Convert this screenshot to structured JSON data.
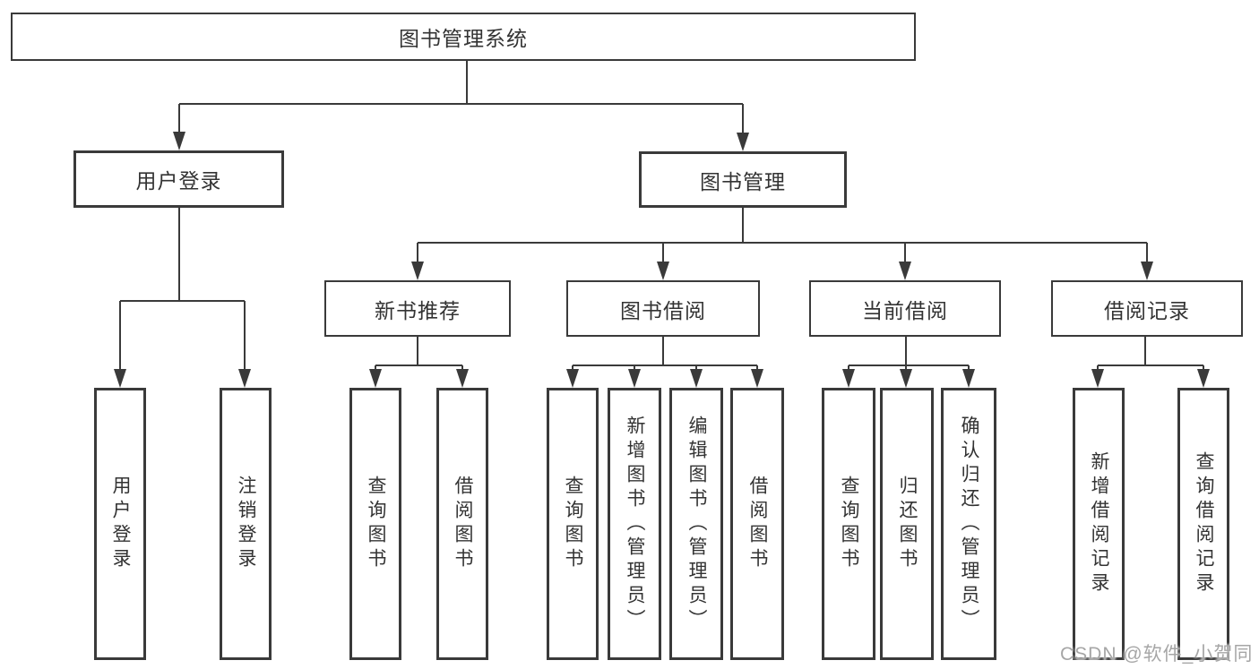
{
  "colors": {
    "line": "#3a3a3a",
    "box_border": "#3a3a3a",
    "text": "#333333",
    "watermark": "#a6a6a6",
    "background": "#ffffff"
  },
  "watermark": {
    "text": "CSDN @软件_小贺同学"
  },
  "tree": {
    "root": {
      "label": "图书管理系统",
      "children": [
        {
          "label": "用户登录",
          "children": [
            {
              "label": "用户登录"
            },
            {
              "label": "注销登录"
            }
          ]
        },
        {
          "label": "图书管理",
          "children": [
            {
              "label": "新书推荐",
              "children": [
                {
                  "label": "查询图书"
                },
                {
                  "label": "借阅图书"
                }
              ]
            },
            {
              "label": "图书借阅",
              "children": [
                {
                  "label": "查询图书"
                },
                {
                  "label": "新增图书（管理员）"
                },
                {
                  "label": "编辑图书（管理员）"
                },
                {
                  "label": "借阅图书"
                }
              ]
            },
            {
              "label": "当前借阅",
              "children": [
                {
                  "label": "查询图书"
                },
                {
                  "label": "归还图书"
                },
                {
                  "label": "确认归还（管理员）"
                }
              ]
            },
            {
              "label": "借阅记录",
              "children": [
                {
                  "label": "新增借阅记录"
                },
                {
                  "label": "查询借阅记录"
                }
              ]
            }
          ]
        }
      ]
    }
  }
}
